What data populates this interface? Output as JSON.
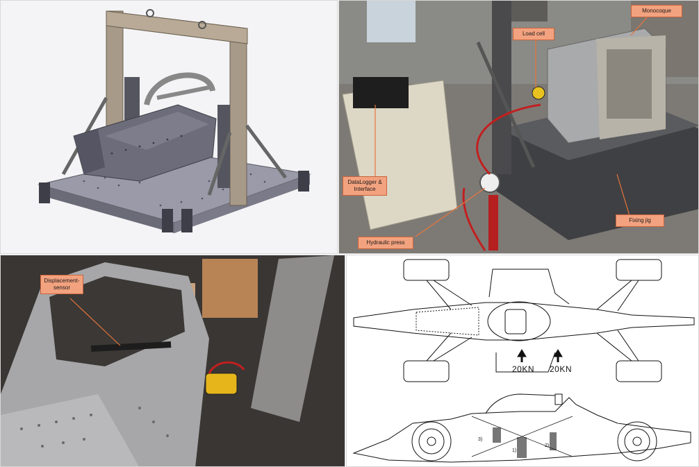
{
  "panels": {
    "cad": {
      "caption": ""
    },
    "photo_test_rig": {
      "labels": {
        "monocoque": "Monocoque",
        "load_cell": "Load cell",
        "datalogger": "DataLogger & Interface",
        "hydraulic_press": "Hydraulic press",
        "fixing_jig": "Fixing jig"
      }
    },
    "photo_sensor": {
      "labels": {
        "displacement_sensor": "Displacement-sensor"
      }
    },
    "drawing": {
      "force_left": "20KN",
      "force_right": "20KN",
      "marks": {
        "m1": "1)",
        "m2": "2)",
        "m3": "3)"
      }
    }
  },
  "colors": {
    "callout_fill": "#f3a27f",
    "callout_border": "#c7643c",
    "leader": "#e8743b"
  }
}
